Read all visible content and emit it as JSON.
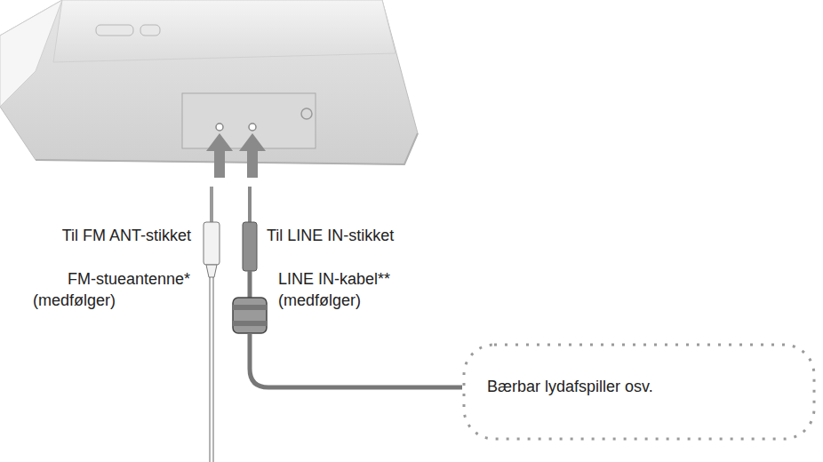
{
  "diagram": {
    "nodes": [
      {
        "text": [
          "Bærbar lydafspiller osv."
        ]
      }
    ],
    "labels": [
      "Til FM ANT-stikket",
      "Til LINE IN-stikket",
      "FM-stueantenne*",
      "(medfølger)",
      "LINE IN-kabel**",
      "(medfølger)"
    ]
  }
}
